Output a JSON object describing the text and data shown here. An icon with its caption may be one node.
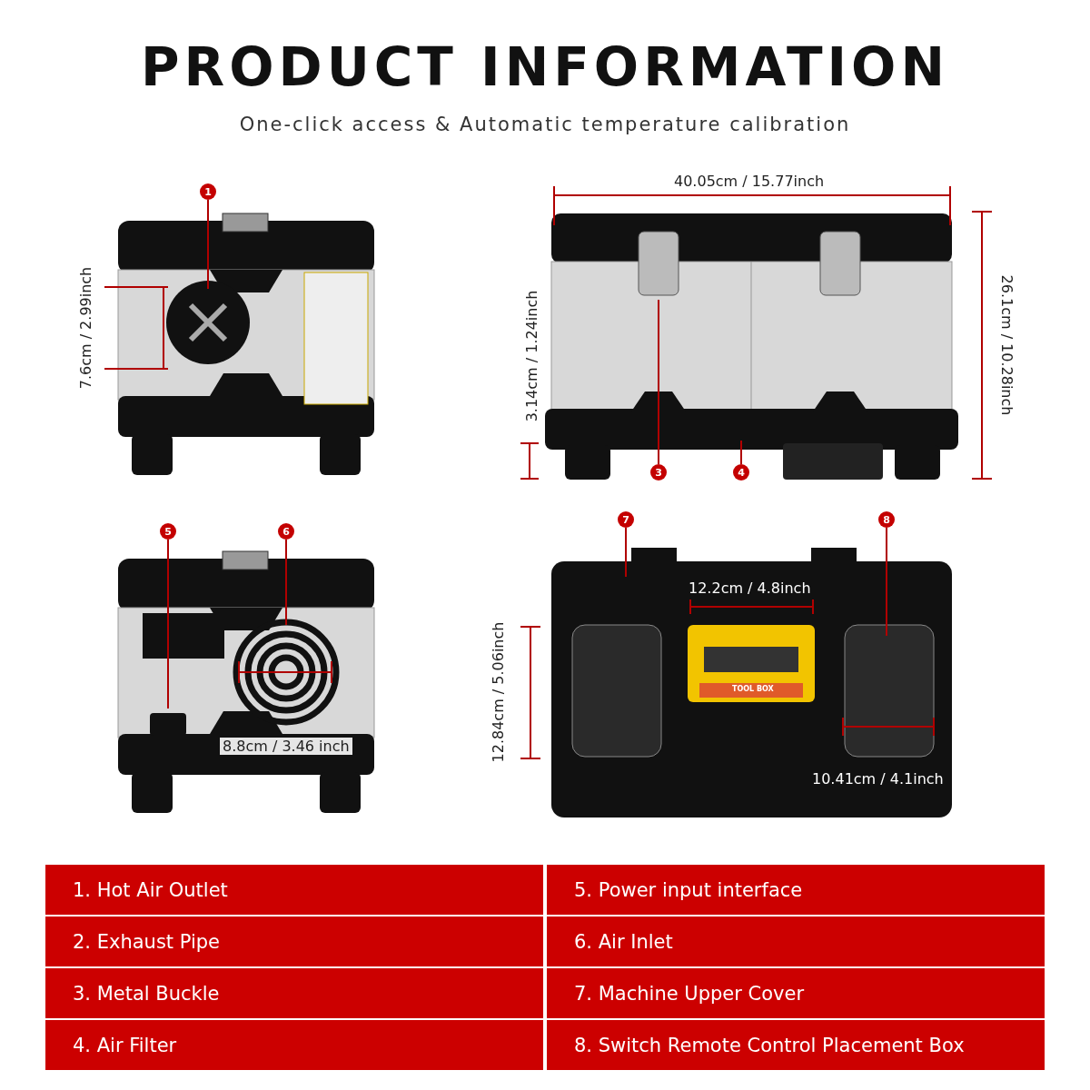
{
  "diagram": {
    "title": "PRODUCT INFORMATION",
    "caption": "One-click access & Automatic temperature calibration",
    "nodes": [
      {
        "text": [
          "1"
        ]
      },
      {
        "text": [
          "3"
        ]
      },
      {
        "text": [
          "4"
        ]
      },
      {
        "text": [
          "5"
        ]
      },
      {
        "text": [
          "6"
        ]
      },
      {
        "text": [
          "7"
        ]
      },
      {
        "text": [
          "8"
        ]
      }
    ],
    "edges": [
      {
        "from": 0,
        "to": null,
        "arrow": "none"
      },
      {
        "from": 1,
        "to": null,
        "arrow": "none"
      },
      {
        "from": 2,
        "to": null,
        "arrow": "none"
      },
      {
        "from": 3,
        "to": null,
        "arrow": "none"
      },
      {
        "from": 4,
        "to": null,
        "arrow": "none"
      },
      {
        "from": 5,
        "to": null,
        "arrow": "none"
      },
      {
        "from": 6,
        "to": null,
        "arrow": "none"
      }
    ],
    "labels": [
      "40.05cm / 15.77inch",
      "7.6cm / 2.99inch",
      "3.14cm / 1.24inch",
      "26.1cm / 10.28inch",
      "12.2cm / 4.8inch",
      "TOOL BOX",
      "12.84cm / 5.06inch",
      "8.8cm / 3.46 inch",
      "10.41cm / 4.1inch",
      "1. Hot Air Outlet",
      "5. Power input interface",
      "2. Exhaust Pipe",
      "6. Air Inlet",
      "3. Metal Buckle",
      "7. Machine Upper Cover",
      "4. Air Filter",
      "8. Switch Remote Control Placement Box"
    ]
  }
}
